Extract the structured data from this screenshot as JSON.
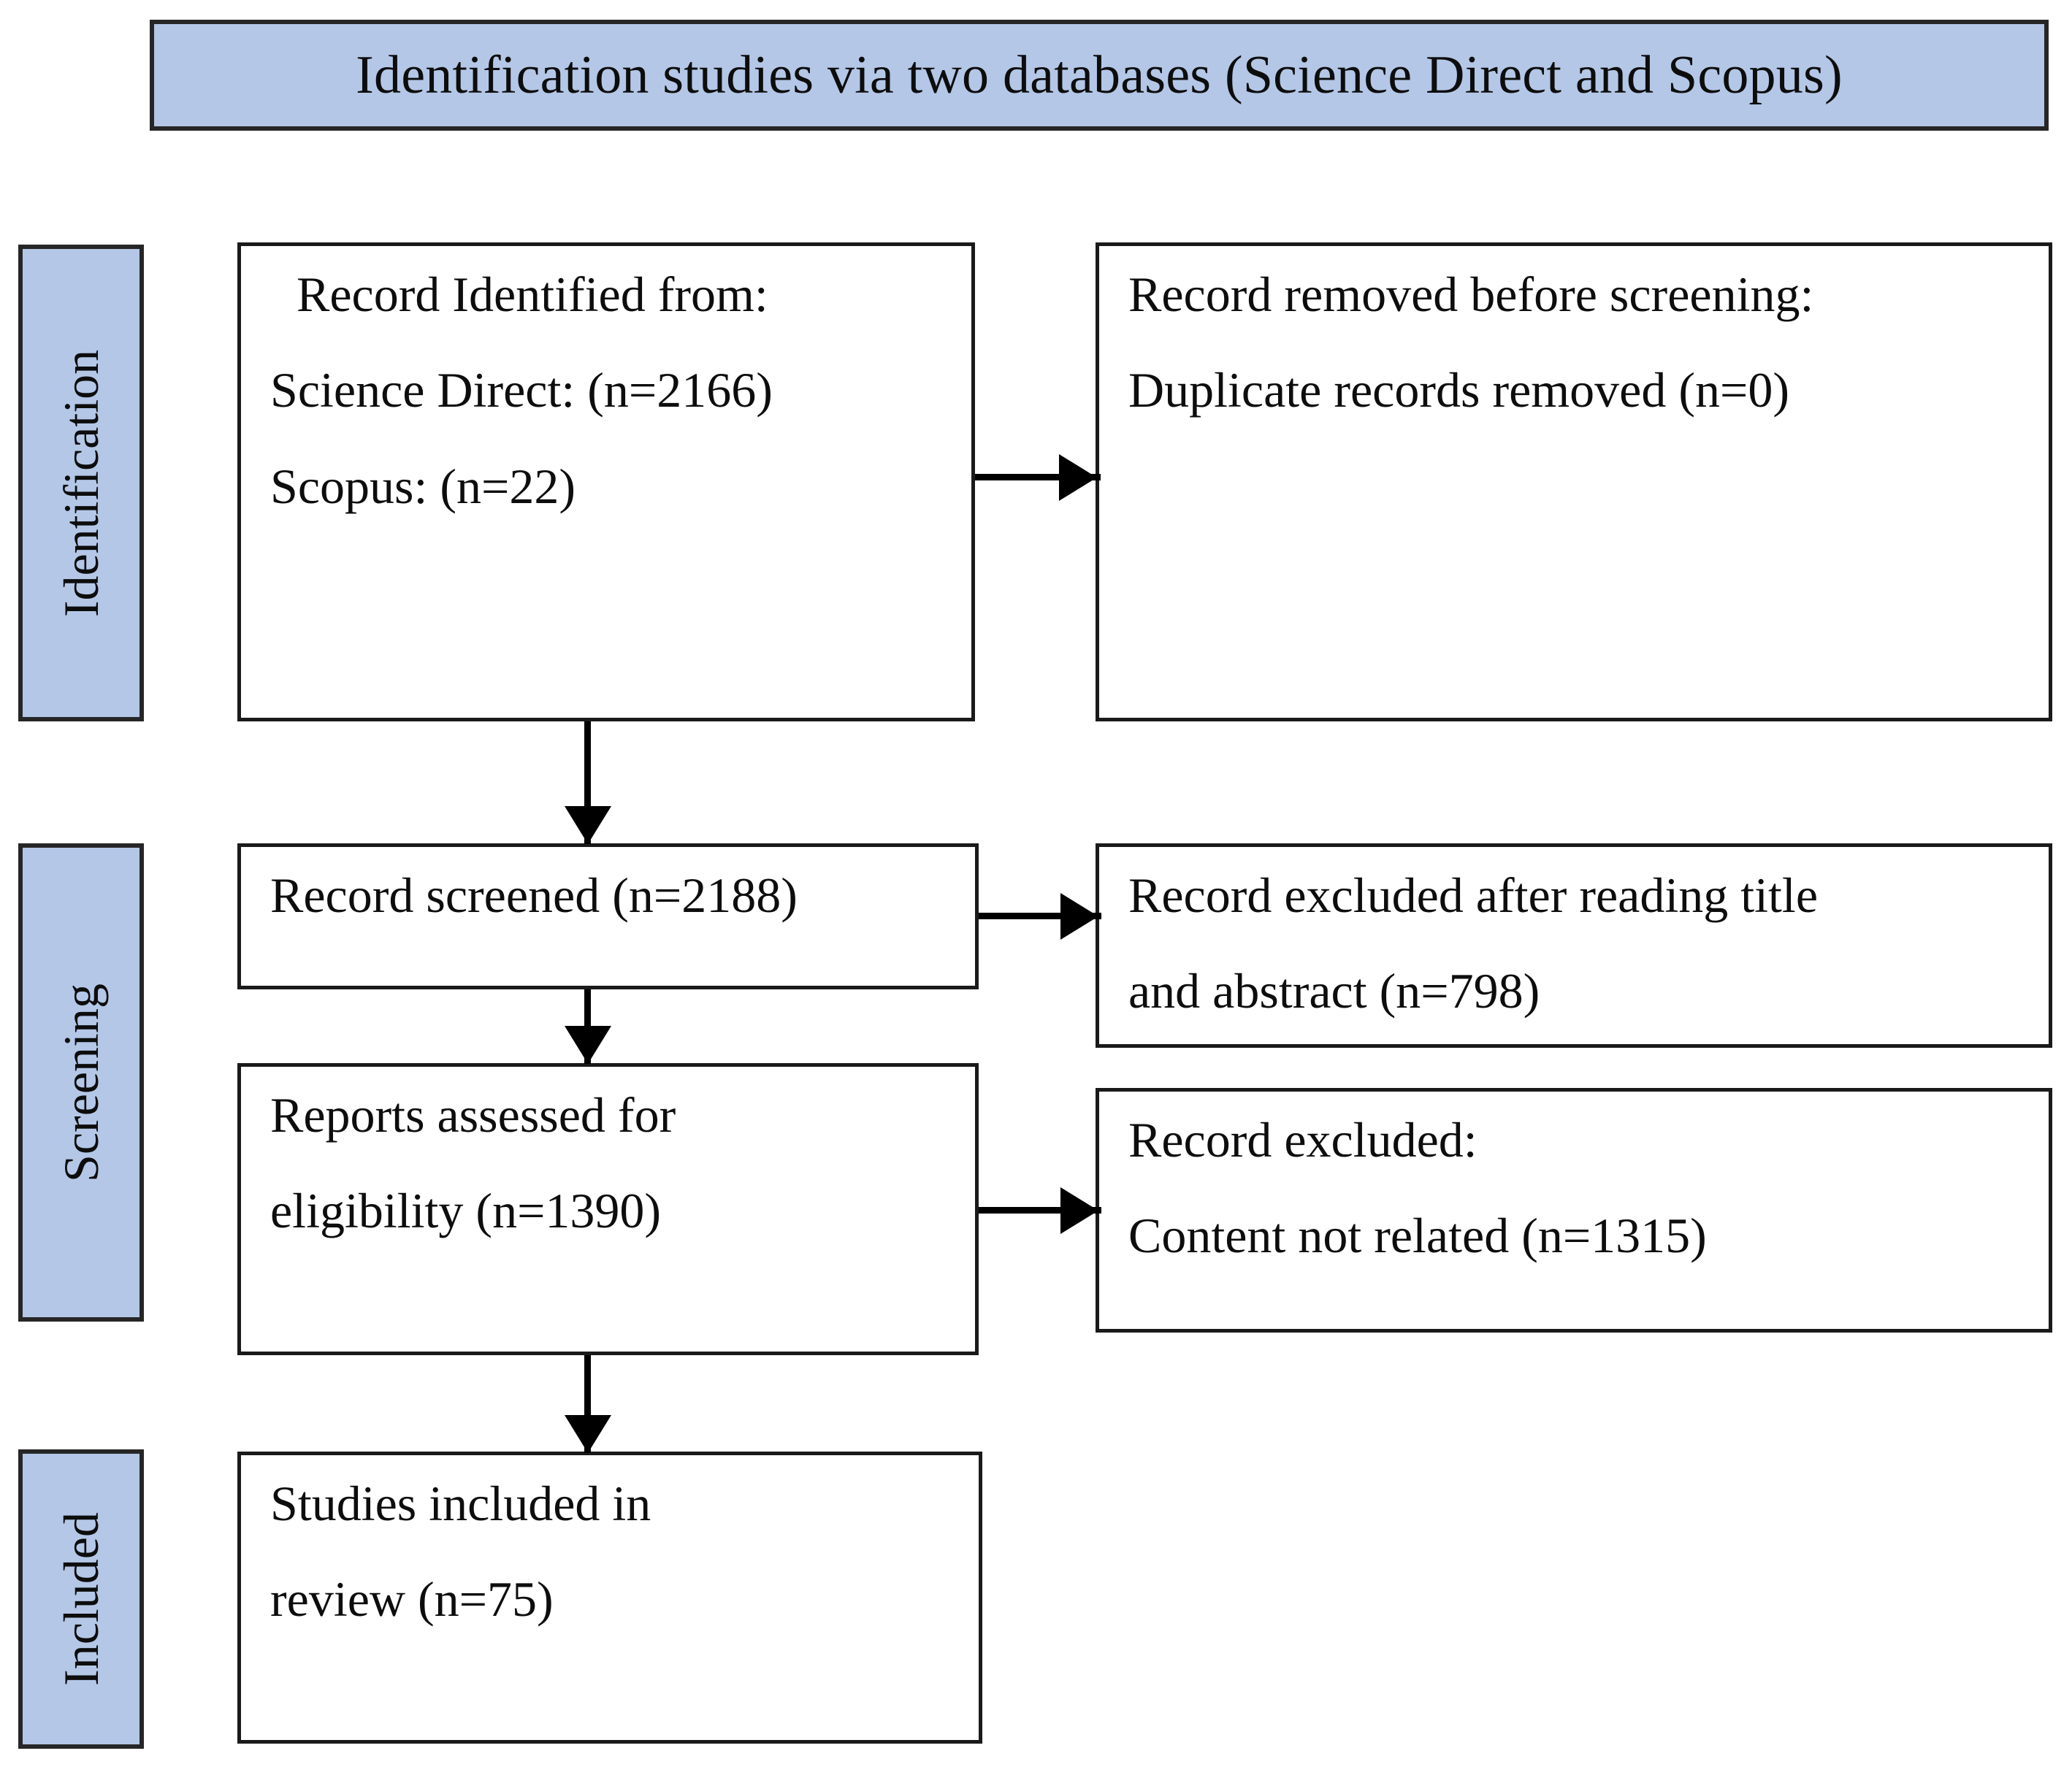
{
  "diagram": {
    "title": "Identification studies via two databases (Science Direct and Scopus)",
    "accent_color": "#b4c7e7",
    "border_color": "#262626",
    "stages": [
      {
        "key": "identification",
        "label": "Identification"
      },
      {
        "key": "screening",
        "label": "Screening"
      },
      {
        "key": "included",
        "label": "Included"
      }
    ],
    "boxes": {
      "identified": {
        "heading": "Record Identified from:",
        "line1": "Science Direct: (n=2166)",
        "line2": "Scopus: (n=22)"
      },
      "removed": {
        "heading": "Record removed before screening:",
        "line1": "Duplicate records removed (n=0)"
      },
      "screened": {
        "heading": "Record screened (n=2188)"
      },
      "excluded_title_abstract": {
        "heading": "Record excluded after reading title",
        "line1": "and abstract (n=798)"
      },
      "eligibility": {
        "heading": "Reports assessed for",
        "line1": "eligibility (n=1390)"
      },
      "excluded_content": {
        "heading": "Record excluded:",
        "line1": "Content not related (n=1315)"
      },
      "included": {
        "heading": "Studies included in",
        "line1": "review (n=75)"
      }
    },
    "chart_data": {
      "type": "flow",
      "title": "Identification studies via two databases (Science Direct and Scopus)",
      "nodes": [
        {
          "id": "identified",
          "stage": "Identification",
          "label": "Record Identified from: Science Direct: (n=2166) Scopus: (n=22)",
          "value": 2188
        },
        {
          "id": "removed",
          "stage": "Identification",
          "label": "Record removed before screening: Duplicate records removed (n=0)",
          "value": 0
        },
        {
          "id": "screened",
          "stage": "Screening",
          "label": "Record screened (n=2188)",
          "value": 2188
        },
        {
          "id": "excluded_title_abstract",
          "stage": "Screening",
          "label": "Record excluded after reading title and abstract (n=798)",
          "value": 798
        },
        {
          "id": "eligibility",
          "stage": "Screening",
          "label": "Reports assessed for eligibility (n=1390)",
          "value": 1390
        },
        {
          "id": "excluded_content",
          "stage": "Screening",
          "label": "Record excluded: Content not related (n=1315)",
          "value": 1315
        },
        {
          "id": "included",
          "stage": "Included",
          "label": "Studies included in review (n=75)",
          "value": 75
        }
      ],
      "edges": [
        {
          "from": "identified",
          "to": "removed",
          "direction": "right"
        },
        {
          "from": "identified",
          "to": "screened",
          "direction": "down"
        },
        {
          "from": "screened",
          "to": "excluded_title_abstract",
          "direction": "right"
        },
        {
          "from": "screened",
          "to": "eligibility",
          "direction": "down"
        },
        {
          "from": "eligibility",
          "to": "excluded_content",
          "direction": "right"
        },
        {
          "from": "eligibility",
          "to": "included",
          "direction": "down"
        }
      ]
    }
  }
}
